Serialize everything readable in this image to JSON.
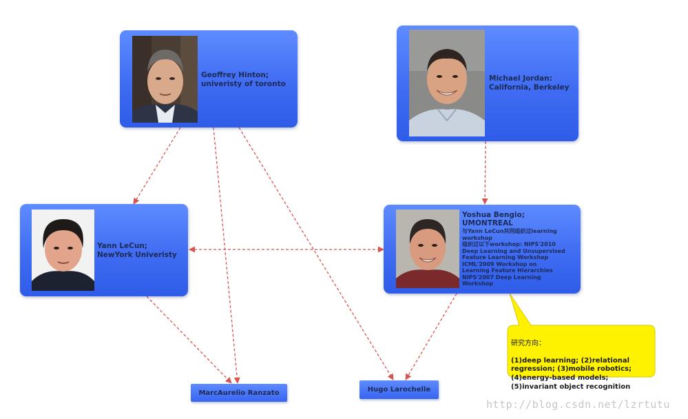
{
  "nodes": {
    "hinton": {
      "label": "Geoffrey Hinton;\nuniveristy of toronto"
    },
    "jordan": {
      "label": "Michael Jordan:\nCalifornia, Berkeley"
    },
    "lecun": {
      "label": "Yann LeCun;\nNewYork Univeristy"
    },
    "bengio": {
      "title": "Yoshua Bengio;\nUMONTREAL",
      "notes": "与Yann LeCun共同组织过learning\nworkshop\n组织过以下workshop: NIPS'2010\nDeep Learning and Unsupervised\nFeature Learning Workshop\n ICML'2009 Workshop on\nLearning Feature Hierarchies\n NIPS'2007 Deep Learning\nWorkshop"
    },
    "ranzato": {
      "label": "MarcAurelio Ranzato"
    },
    "larochelle": {
      "label": "Hugo Larochelle"
    }
  },
  "callout": {
    "title": "研究方向：",
    "body": "(1)deep learning; (2)relational\nregression; (3)mobile robotics;\n(4)energy-based models;\n(5)invariant object recognition"
  },
  "watermark": "http://blog.csdn.net/lzrtutu",
  "colors": {
    "node_blue": "#3f6cf2",
    "edge_red": "#d9534f",
    "callout_yellow": "#fff200"
  }
}
